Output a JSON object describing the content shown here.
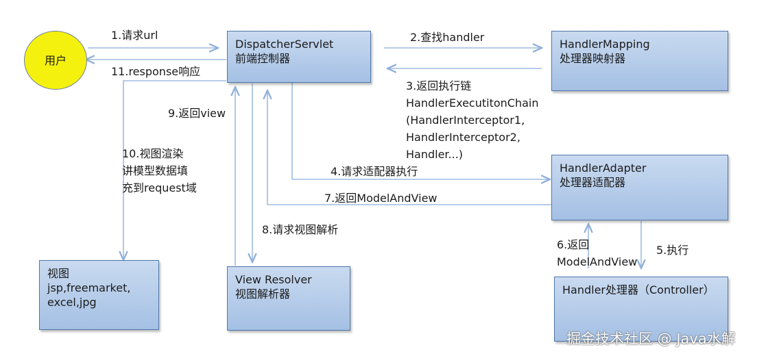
{
  "nodes": {
    "user": "用户",
    "dispatcher": [
      "DispatcherServlet",
      "前端控制器"
    ],
    "handler_mapping": [
      "HandlerMapping",
      "处理器映射器"
    ],
    "handler_adapter": [
      "HandlerAdapter",
      "处理器适配器"
    ],
    "handler": "Handler处理器（Controller）",
    "view_resolver": [
      "View Resolver",
      "视图解析器"
    ],
    "view": [
      "视图",
      "jsp,freemarket,",
      "excel,jpg"
    ]
  },
  "steps": {
    "s1": "1.请求url",
    "s2": "2.查找handler",
    "s3": [
      "3.返回执行链",
      "HandlerExecutitonChain",
      "(HandlerInterceptor1,",
      "HandlerInterceptor2,",
      "Handler...)"
    ],
    "s4": "4.请求适配器执行",
    "s5": "5.执行",
    "s6": [
      "6.返回",
      "ModelAndView"
    ],
    "s7": "7.返回ModelAndView",
    "s8": "8.请求视图解析",
    "s9": "9.返回view",
    "s10": [
      "10.视图渲染",
      "讲模型数据填",
      "充到request域"
    ],
    "s11": "11.response响应"
  },
  "watermark": "掘金技术社区 @ Java水解",
  "colors": {
    "box_top": "#c9daf0",
    "box_bottom": "#a4c0e4",
    "user_fill": "#f5f10f",
    "arrow": "#9dbbe0"
  }
}
